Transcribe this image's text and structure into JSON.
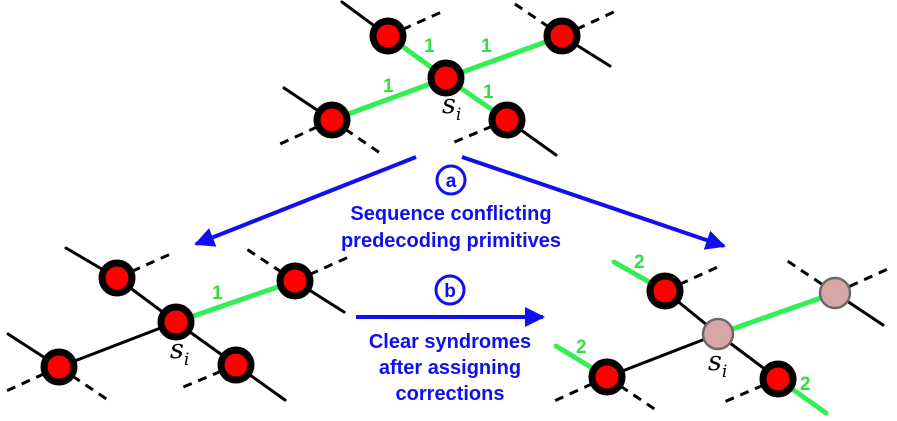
{
  "node_label": {
    "base": "s",
    "sub": "i"
  },
  "top_graph": {
    "weights": [
      "1",
      "1",
      "1",
      "1"
    ]
  },
  "left_graph": {
    "weights": [
      "1"
    ]
  },
  "right_graph": {
    "weights": [
      "2",
      "2",
      "2"
    ]
  },
  "step_a": {
    "letter": "a",
    "caption_lines": [
      "Sequence conflicting",
      "predecoding primitives"
    ]
  },
  "step_b": {
    "letter": "b",
    "caption_lines": [
      "Clear syndromes",
      "after assigning",
      "corrections"
    ]
  },
  "colors": {
    "active_syndrome": "#ff0000",
    "cleared_syndrome": "#d9a6a6",
    "matched_edge": "#33ee55",
    "annotation": "#1010ee"
  }
}
